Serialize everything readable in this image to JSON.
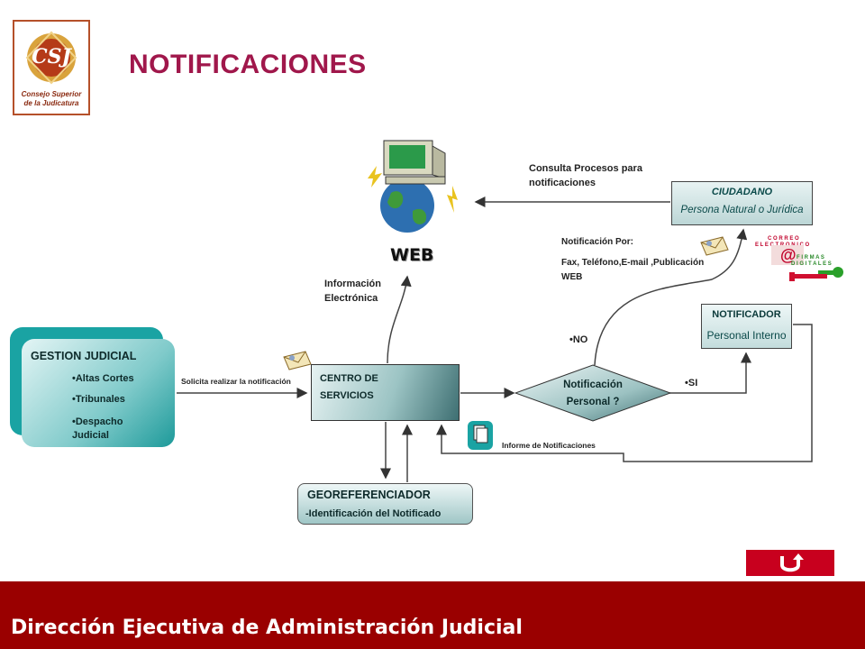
{
  "title": "NOTIFICACIONES",
  "logo": {
    "monogram": "CSJ",
    "line1": "Consejo Superior",
    "line2": "de la Judicatura"
  },
  "web": {
    "label": "WEB"
  },
  "consulta": {
    "line1": "Consulta Procesos para",
    "line2": "notificaciones"
  },
  "ciudadano": {
    "title": "CIUDADANO",
    "subtitle": "Persona Natural o Jurídica"
  },
  "notificacion_por": {
    "label": "Notificación Por:",
    "line1": "Fax, Teléfono,E-mail ,Publicación",
    "line2": "WEB"
  },
  "correo": {
    "line1": "C O R R E O",
    "line2": "E L E C T R O N I C O"
  },
  "firmas": {
    "line1": "F I R M A S",
    "line2": "D I G I T A L E S"
  },
  "info_electronica": {
    "line1": "Información",
    "line2": "Electrónica"
  },
  "notificador": {
    "title": "NOTIFICADOR",
    "subtitle": "Personal Interno"
  },
  "no_label": "•NO",
  "si_label": "•SI",
  "gestion": {
    "title": "GESTION JUDICIAL",
    "items": [
      "•Altas Cortes",
      "•Tribunales",
      "•Despacho",
      "Judicial"
    ]
  },
  "solicita": "Solicita realizar la notificación",
  "centro": {
    "line1": "CENTRO DE",
    "line2": "SERVICIOS"
  },
  "decision": {
    "line1": "Notificación",
    "line2": "Personal ?"
  },
  "informe": "Informe de Notificaciones",
  "georeferenciador": {
    "title": "GEOREFERENCIADOR",
    "subtitle": "-Identificación  del Notificado"
  },
  "footer": "Dirección Ejecutiva de Administración Judicial",
  "colors": {
    "title": "#a0174b",
    "footer": "#9a0000",
    "teal": "#1aa3a3"
  },
  "icons": [
    "computer-globe-icon",
    "envelope-icon",
    "document-icon",
    "key-icon",
    "at-sign-icon",
    "back-arrow-icon"
  ]
}
